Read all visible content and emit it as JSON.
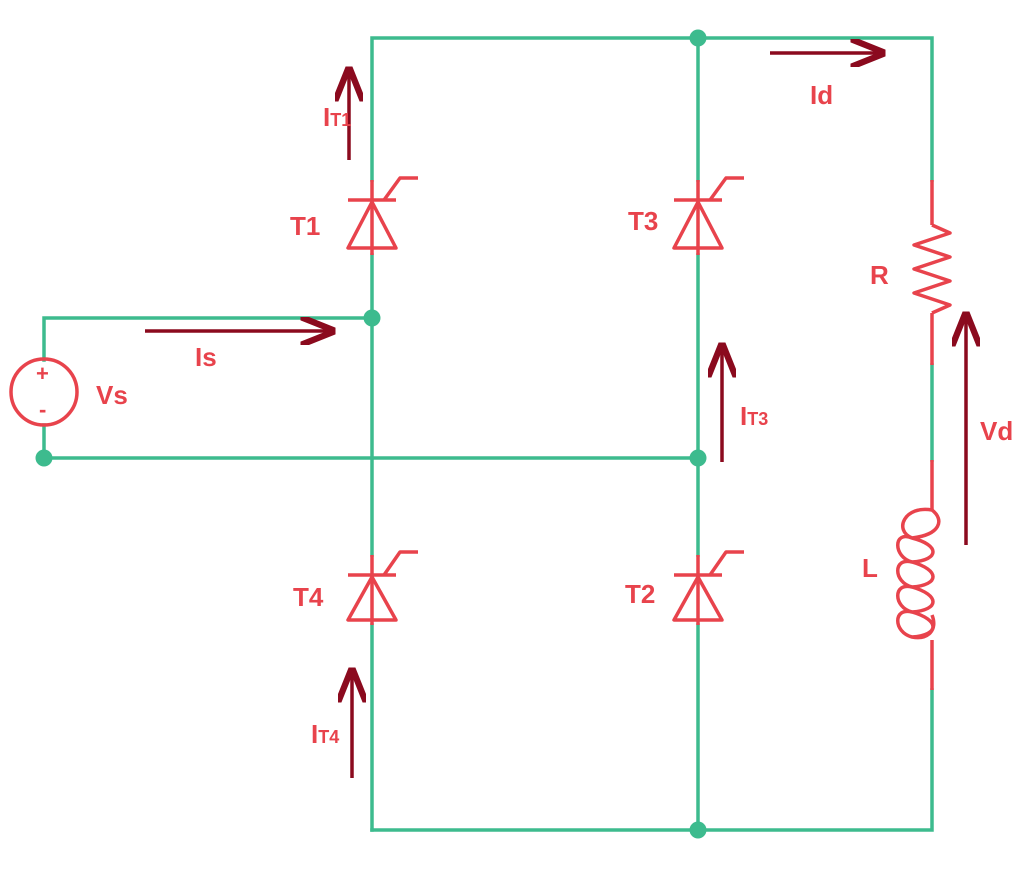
{
  "colors": {
    "wire": "#3dbb8e",
    "component": "#e8434c",
    "arrow": "#8b0a1e",
    "label": "#e8434c"
  },
  "source": {
    "label": "Vs",
    "plus": "+",
    "minus": "-"
  },
  "thyristors": {
    "t1": "T1",
    "t2": "T2",
    "t3": "T3",
    "t4": "T4"
  },
  "load": {
    "resistor": "R",
    "inductor": "L"
  },
  "currents": {
    "is": {
      "main": "I",
      "sub": "s"
    },
    "id": {
      "main": "I",
      "sub": "d"
    },
    "it1": {
      "main": "I",
      "sub": "T1"
    },
    "it3": {
      "main": "I",
      "sub": "T3"
    },
    "it4": {
      "main": "I",
      "sub": "T4"
    }
  },
  "voltages": {
    "vd": {
      "main": "V",
      "sub": "d"
    }
  }
}
